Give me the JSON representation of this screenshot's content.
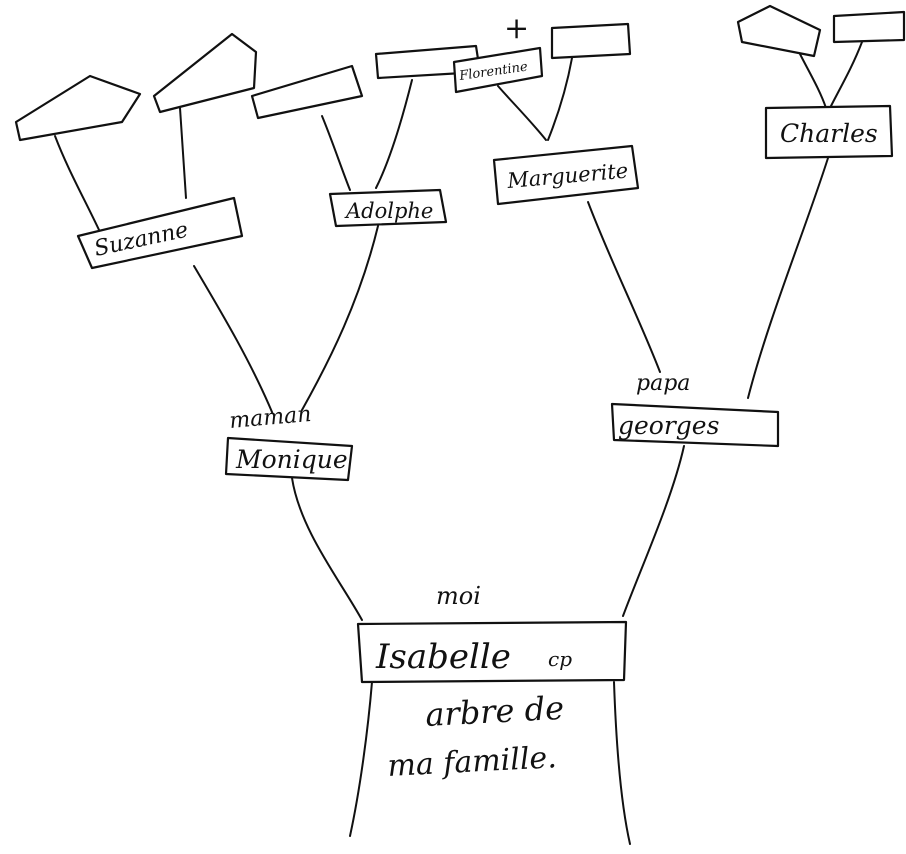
{
  "tree": {
    "child": {
      "caption": "moi",
      "name": "Isabelle",
      "grade": "cp"
    },
    "title_line1": "arbre de",
    "title_line2": "ma famille.",
    "mother": {
      "caption": "maman",
      "name": "Monique"
    },
    "father": {
      "caption": "papa",
      "name": "georges"
    },
    "maternal_grandmother": {
      "name": "Suzanne"
    },
    "maternal_grandfather": {
      "name": "Adolphe"
    },
    "paternal_grandmother": {
      "name": "Marguerite"
    },
    "paternal_grandfather": {
      "name": "Charles"
    },
    "great_grandmother": {
      "name": "Florentine",
      "mark": "+"
    }
  },
  "colors": {
    "ink": "#111111",
    "paper": "#ffffff"
  }
}
